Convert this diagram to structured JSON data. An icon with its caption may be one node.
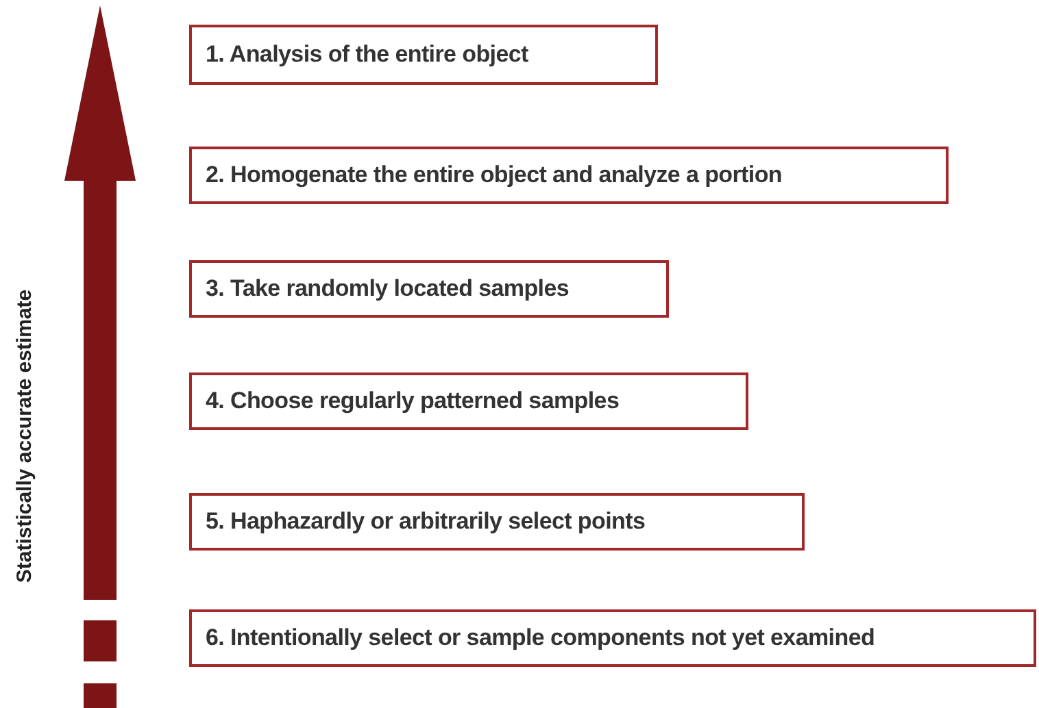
{
  "diagram": {
    "nodes": [
      {
        "text": [
          "1. Analysis of the entire object"
        ]
      },
      {
        "text": [
          "2. Homogenate the entire object and analyze a portion"
        ]
      },
      {
        "text": [
          "3. Take randomly located samples"
        ]
      },
      {
        "text": [
          "4. Choose regularly patterned samples"
        ]
      },
      {
        "text": [
          "5. Haphazardly or arbitrarily select points"
        ]
      },
      {
        "text": [
          "6. Intentionally select or sample components not yet examined"
        ]
      }
    ],
    "edges": [],
    "labels": [
      "Statistically accurate estimate"
    ]
  }
}
